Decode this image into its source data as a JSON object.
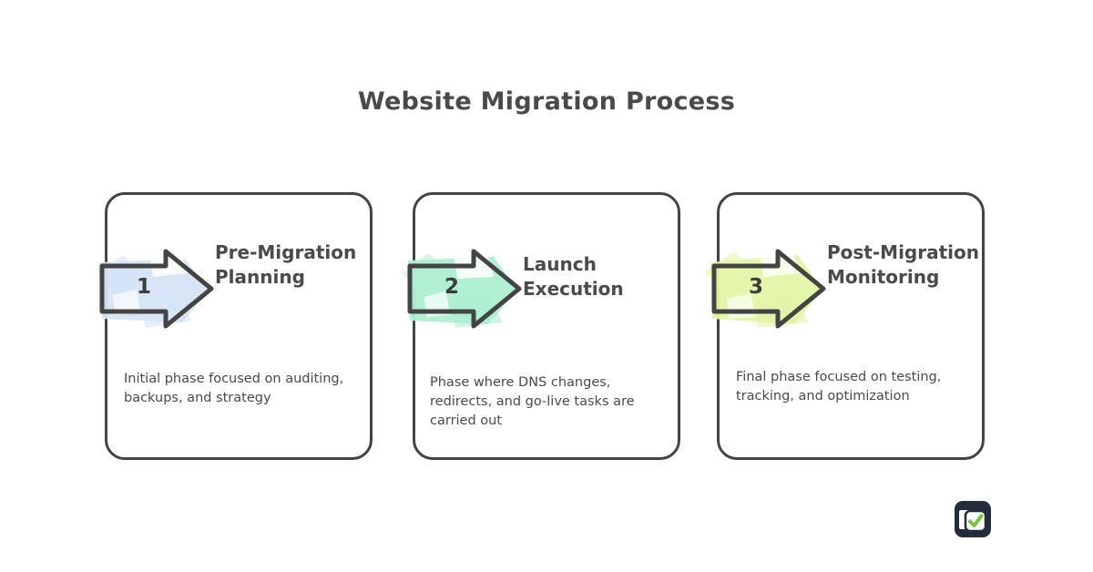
{
  "page": {
    "title": "Website Migration Process",
    "background_color": "#ffffff",
    "text_color": "#4a4a4a",
    "border_color": "#444444"
  },
  "steps": [
    {
      "number": "1",
      "title": "Pre-Migration Planning",
      "description": "Initial phase focused on auditing, backups, and strategy",
      "accent_color": "#d6e4f7"
    },
    {
      "number": "2",
      "title": "Launch Execution",
      "description": "Phase where DNS changes, redirects, and go-live tasks are carried out",
      "accent_color": "#aeefd0"
    },
    {
      "number": "3",
      "title": "Post-Migration Monitoring",
      "description": "Final phase focused on testing, tracking, and optimization",
      "accent_color": "#e3f5a8"
    }
  ],
  "logo": {
    "name": "checklist-check-logo",
    "square_color": "#232c3b",
    "check_color": "#76c043"
  }
}
